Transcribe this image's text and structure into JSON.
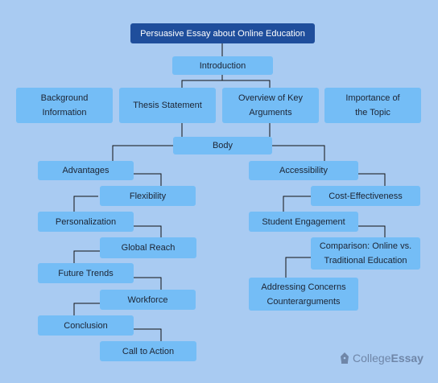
{
  "title": "Persuasive Essay about Online Education",
  "intro": {
    "label": "Introduction",
    "items": [
      "Background\nInformation",
      "Thesis Statement",
      "Overview of Key\nArguments",
      "Importance of\nthe Topic"
    ]
  },
  "body": {
    "label": "Body",
    "left": [
      "Advantages",
      "Flexibility",
      "Personalization",
      "Global Reach",
      "Future Trends",
      "Workforce",
      "Conclusion",
      "Call to Action"
    ],
    "right": [
      "Accessibility",
      "Cost-Effectiveness",
      "Student Engagement",
      "Comparison: Online vs.\nTraditional Education",
      "Addressing Concerns\nCounterarguments"
    ]
  },
  "brand": {
    "prefix": "College",
    "suffix": "Essay"
  },
  "colors": {
    "background": "#a9cbf2",
    "node": "#74bdf6",
    "root": "#1f4e9c",
    "line": "#111111",
    "brand": "#6f86a8"
  }
}
